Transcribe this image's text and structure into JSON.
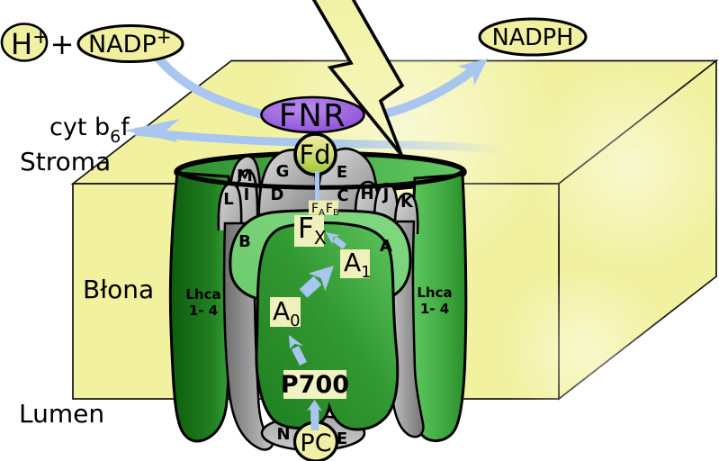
{
  "diagram": {
    "type": "biology-schematic",
    "subject": "Photosystem I electron transport in thylakoid membrane"
  },
  "labels": {
    "h_plus": {
      "base": "H",
      "sup": "+"
    },
    "plus_sign": "+",
    "nadp": {
      "base": "NADP",
      "sup": "+"
    },
    "nadph": "NADPH",
    "fnr": "FNR",
    "fd": "Fd",
    "cyt_b6f": {
      "pre": "cyt b",
      "sub": "6",
      "post": "f"
    },
    "stroma": "Stroma",
    "blona": "Błona",
    "lumen": "Lumen",
    "pc": "PC",
    "p700": "P700",
    "a0": {
      "base": "A",
      "sub": "0"
    },
    "a1": {
      "base": "A",
      "sub": "1"
    },
    "fx": {
      "base": "F",
      "sub": "X"
    },
    "fafb": {
      "f1": "F",
      "s1": "A",
      "f2": "F",
      "s2": "B"
    },
    "lhca_left": {
      "line1": "Lhca",
      "line2": "1- 4"
    },
    "lhca_right": {
      "line1": "Lhca",
      "line2": "1- 4"
    }
  },
  "subunits": {
    "m": "M",
    "g": "G",
    "e_top": "E",
    "l": "L",
    "i": "I",
    "d": "D",
    "c": "C",
    "h": "H",
    "j": "J",
    "k": "K",
    "b": "B",
    "a": "A",
    "n": "N",
    "e_bottom": "E"
  },
  "colors": {
    "membrane_yellow": "#F1F19F",
    "pale_yellow": "#F0F0A0",
    "box_label_yellow": "#F0F0BC",
    "arrow_blue": "#A8C6F0",
    "fnr_purple": "#9A60DC",
    "fd_green_yellow": "#AACC33",
    "dark_green": "#1E7E1E",
    "mid_green": "#3DA53D",
    "light_green": "#7AD27A",
    "gray_subunit": "#B9B9B9",
    "outline_black": "#000000"
  }
}
